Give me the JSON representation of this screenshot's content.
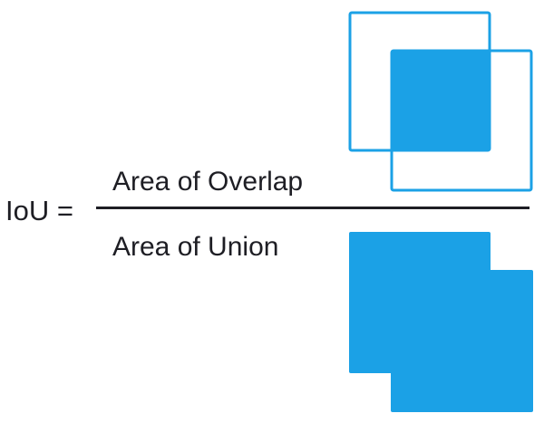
{
  "formula": {
    "lhs": "IoU =",
    "numerator": "Area of Overlap",
    "denominator": "Area of Union"
  },
  "colors": {
    "box_blue": "#1ba1e6",
    "text": "#1e1e24",
    "fraction_bar": "#1e1e24",
    "background": "#ffffff"
  }
}
